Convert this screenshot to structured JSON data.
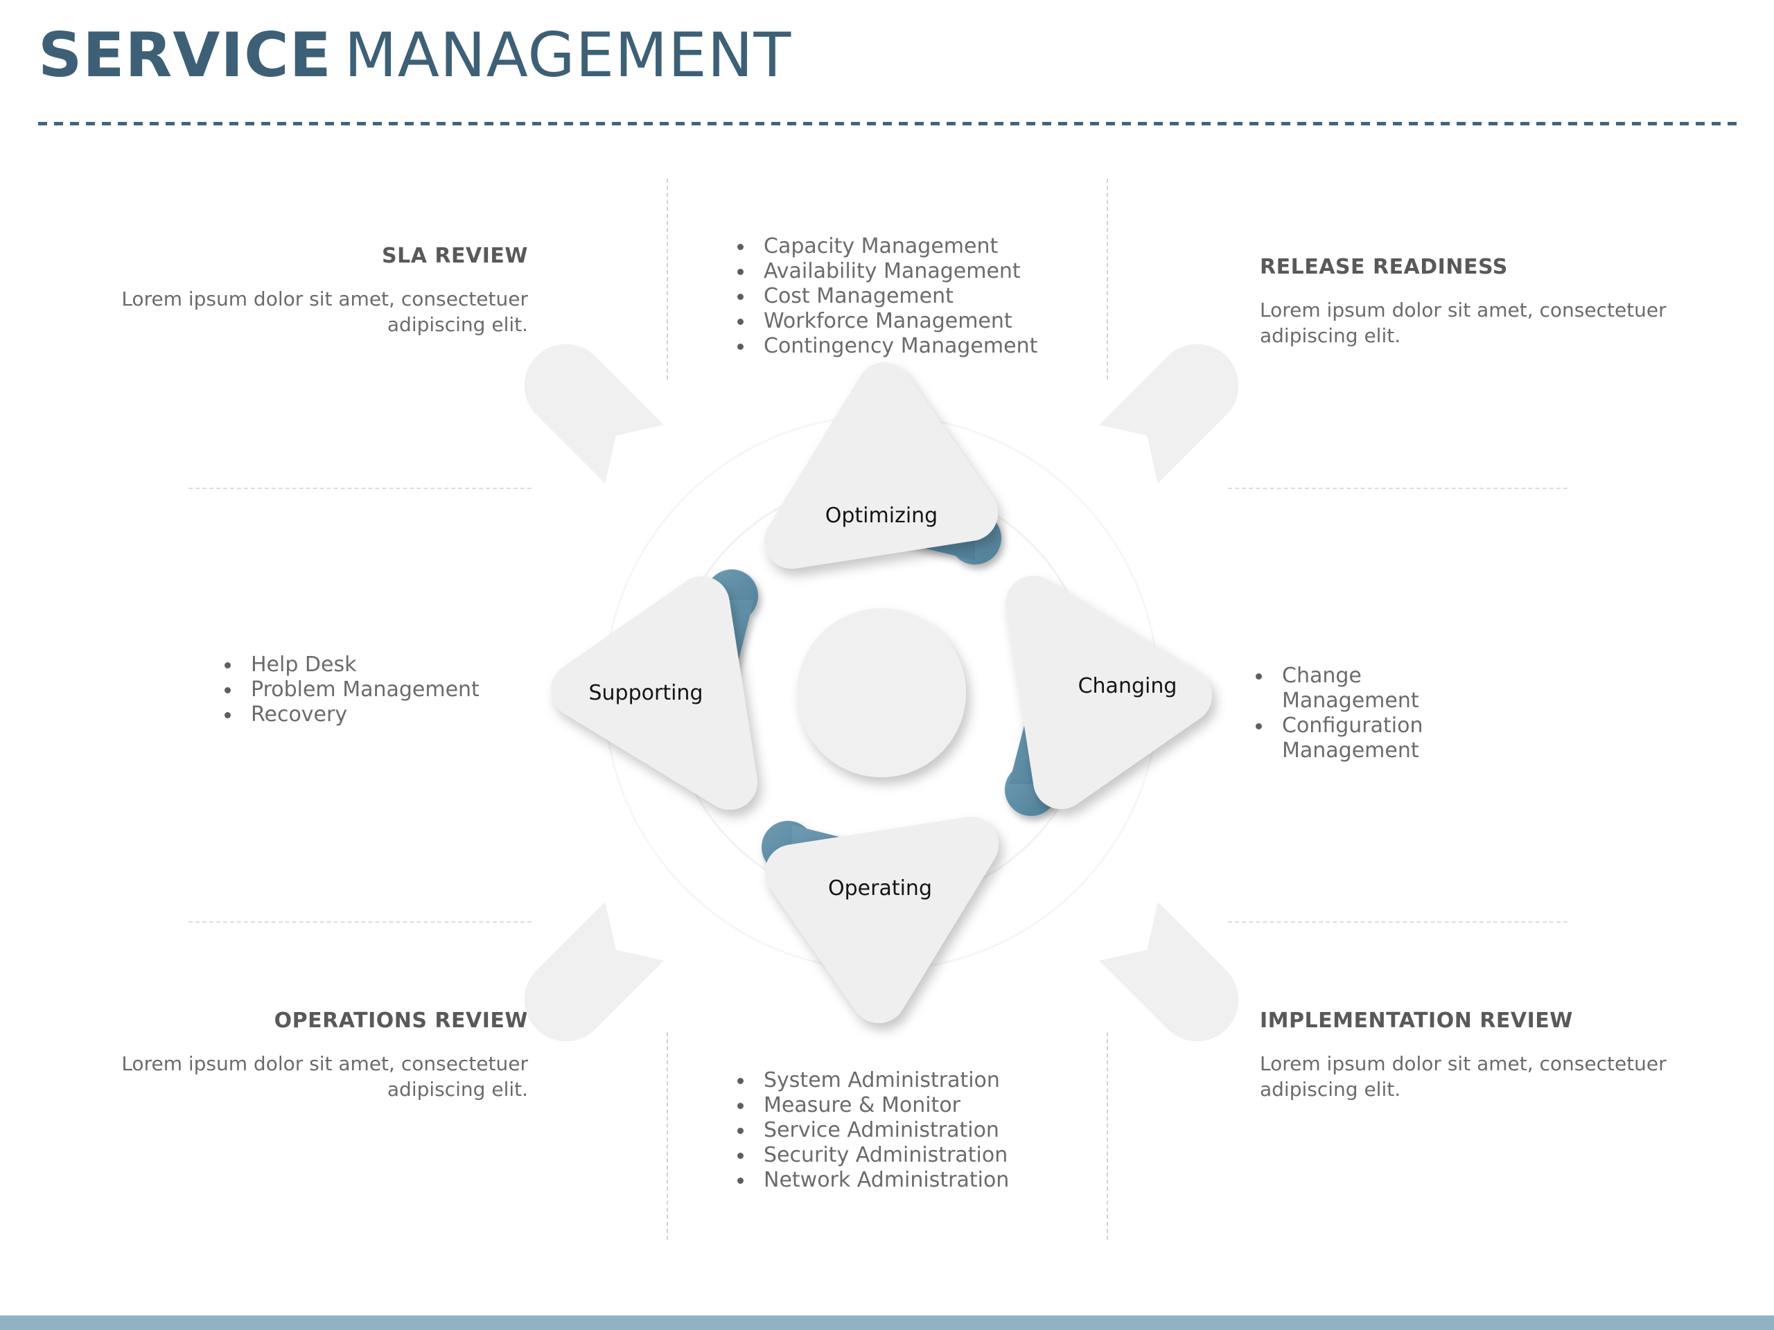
{
  "title": {
    "bold": "SERVICE",
    "light": "MANAGEMENT"
  },
  "colors": {
    "title_text": "#3d6077",
    "accent_teal": "#5d8ba5",
    "footer_bar": "#90b3c4",
    "shape_gray": "#efefef",
    "heading_text": "#595959",
    "body_text": "#6b6b6b"
  },
  "panels": {
    "sla_review": {
      "heading": "SLA REVIEW",
      "body": "Lorem ipsum dolor sit amet, consectetuer adipiscing elit."
    },
    "release_readiness": {
      "heading": "RELEASE READINESS",
      "body": "Lorem ipsum dolor sit amet, consectetuer adipiscing elit."
    },
    "operations_review": {
      "heading": "OPERATIONS REVIEW",
      "body": "Lorem ipsum dolor sit amet, consectetuer adipiscing elit."
    },
    "implementation_review": {
      "heading": "IMPLEMENTATION REVIEW",
      "body": "Lorem ipsum dolor sit amet, consectetuer adipiscing elit."
    },
    "optimizing_items": [
      "Capacity Management",
      "Availability Management",
      "Cost Management",
      "Workforce Management",
      "Contingency Management"
    ],
    "supporting_items": [
      "Help Desk",
      "Problem Management",
      "Recovery"
    ],
    "changing_items": [
      "Change Management",
      "Configuration Management"
    ],
    "operating_items": [
      "System Administration",
      "Measure & Monitor",
      "Service Administration",
      "Security Administration",
      "Network Administration"
    ]
  },
  "diagram": {
    "nodes": [
      {
        "label": "Optimizing"
      },
      {
        "label": "Changing"
      },
      {
        "label": "Operating"
      },
      {
        "label": "Supporting"
      }
    ]
  }
}
